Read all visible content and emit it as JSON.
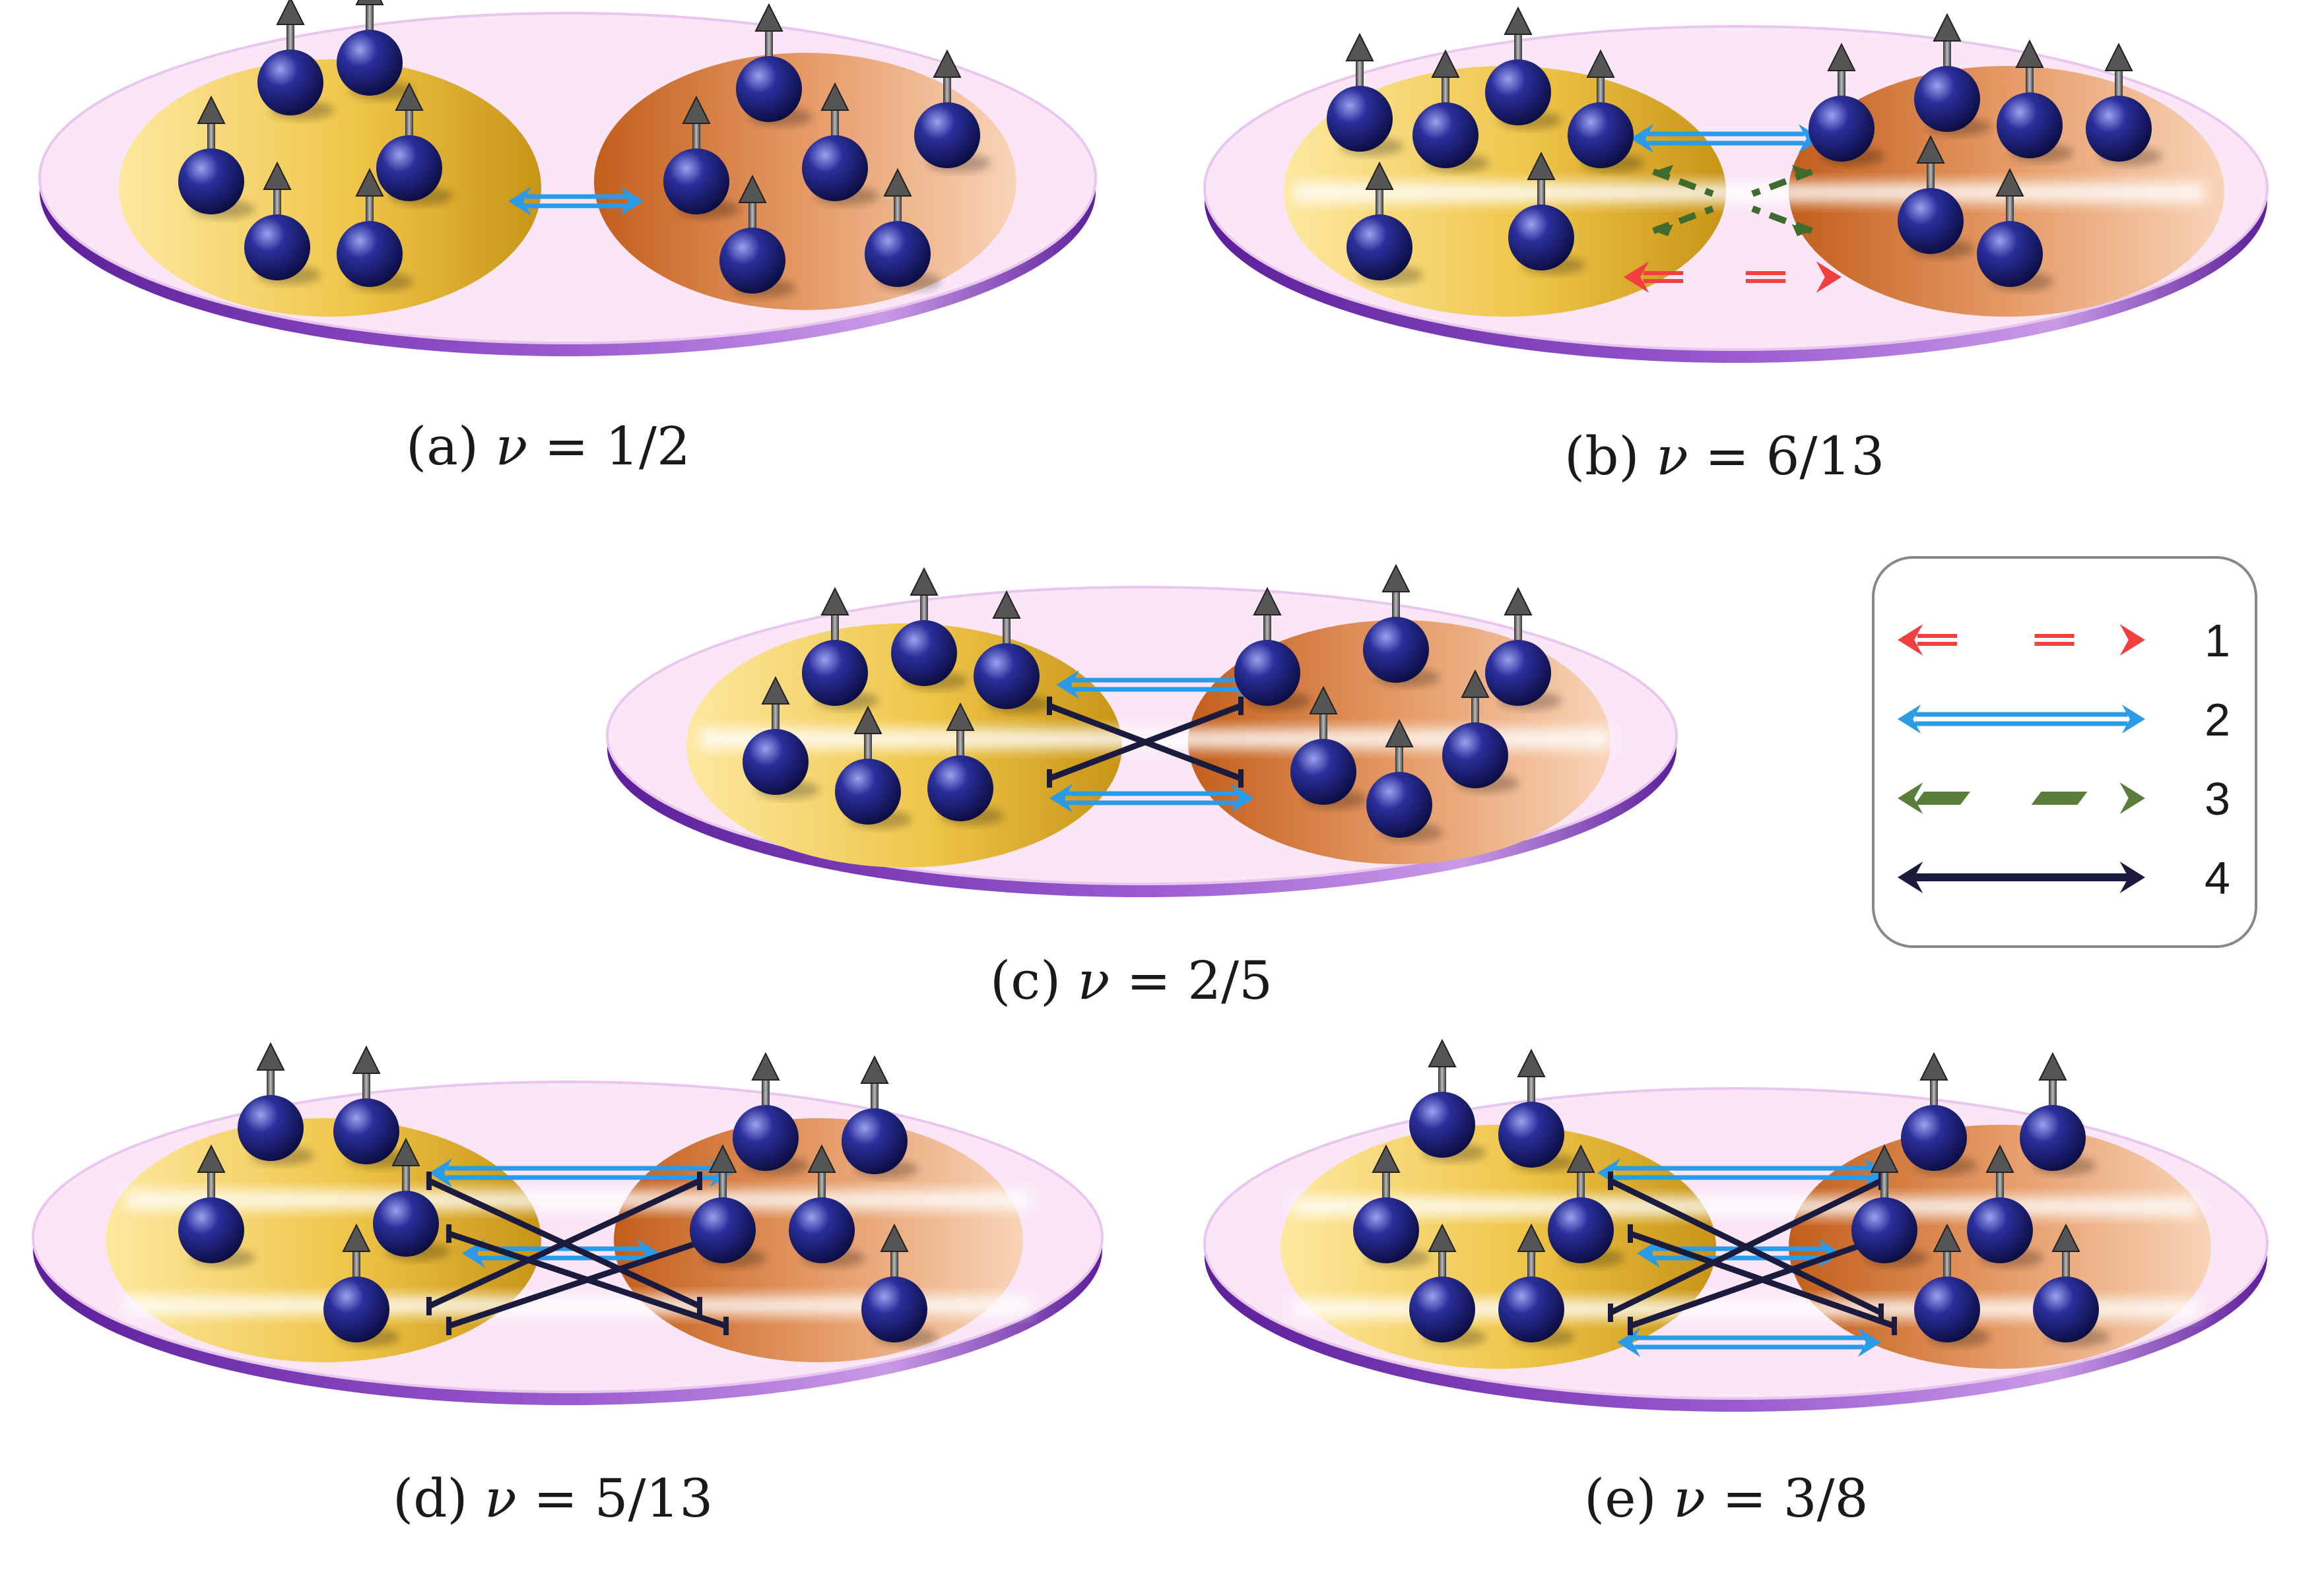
{
  "panels": [
    {
      "id": "a",
      "caption_prefix": "(a)",
      "nu_symbol": "ν",
      "nu_value": "= 1/2",
      "stripes": [],
      "interactions": [
        {
          "type": 2
        }
      ]
    },
    {
      "id": "b",
      "caption_prefix": "(b)",
      "nu_symbol": "ν",
      "nu_value": "= 6/13",
      "stripes": [
        "middle"
      ],
      "interactions": [
        {
          "type": 2
        },
        {
          "type": 3
        },
        {
          "type": 1
        }
      ]
    },
    {
      "id": "c",
      "caption_prefix": "(c)",
      "nu_symbol": "ν",
      "nu_value": "= 2/5",
      "stripes": [
        "middle"
      ],
      "interactions": [
        {
          "type": 2
        },
        {
          "type": 4
        },
        {
          "type": 2
        }
      ]
    },
    {
      "id": "d",
      "caption_prefix": "(d)",
      "nu_symbol": "ν",
      "nu_value": "= 5/13",
      "stripes": [
        "upper",
        "lower"
      ],
      "interactions": [
        {
          "type": 2
        },
        {
          "type": 4
        },
        {
          "type": 2
        }
      ]
    },
    {
      "id": "e",
      "caption_prefix": "(e)",
      "nu_symbol": "ν",
      "nu_value": "= 3/8",
      "stripes": [
        "upper",
        "lower"
      ],
      "interactions": [
        {
          "type": 2
        },
        {
          "type": 4
        },
        {
          "type": 2
        }
      ]
    }
  ],
  "legend": {
    "items": [
      {
        "label": "1",
        "style": "dashed-red",
        "color": "#f04040"
      },
      {
        "label": "2",
        "style": "double-blue",
        "color": "#2b9be8"
      },
      {
        "label": "3",
        "style": "dashed-green",
        "color": "#5a7e3a"
      },
      {
        "label": "4",
        "style": "solid-dark",
        "color": "#1b1b3e"
      }
    ]
  },
  "colors": {
    "disk": "#fae8f8",
    "disk_rim": "#7a34b0",
    "left_cloud": "#e8b83a",
    "right_cloud": "#dd8a50",
    "particle": "#171a6a",
    "spin_arrow": "#555555"
  },
  "icons": [
    "spin-up-arrow-icon",
    "electron-sphere-icon"
  ]
}
